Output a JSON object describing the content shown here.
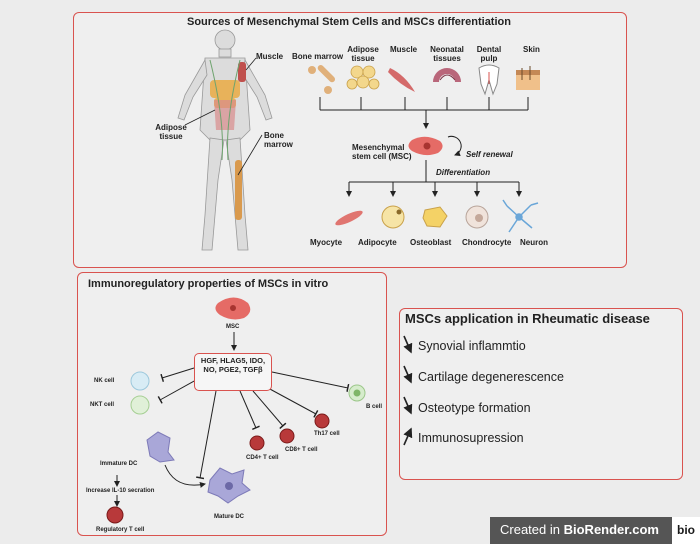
{
  "panel1": {
    "title": "Sources of Mesenchymal Stem Cells and MSCs differentiation",
    "body_labels": {
      "muscle": "Muscle",
      "adipose": "Adipose tissue",
      "bone_marrow": "Bone marrow"
    },
    "sources": [
      {
        "label": "Bone marrow"
      },
      {
        "label": "Adipose tissue"
      },
      {
        "label": "Muscle"
      },
      {
        "label": "Neonatal tissues"
      },
      {
        "label": "Dental pulp"
      },
      {
        "label": "Skin"
      }
    ],
    "msc_label": "Mesenchymal stem cell (MSC)",
    "self_renewal": "Self renewal",
    "differentiation": "Differentiation",
    "targets": [
      {
        "label": "Myocyte"
      },
      {
        "label": "Adipocyte"
      },
      {
        "label": "Osteoblast"
      },
      {
        "label": "Chondrocyte"
      },
      {
        "label": "Neuron"
      }
    ]
  },
  "panel2": {
    "title": "Immunoregulatory properties of MSCs in vitro",
    "msc": "MSC",
    "factors": "HGF, HLAG5, IDO, NO, PGE2, TGFβ",
    "cells": {
      "nk": "NK cell",
      "nkt": "NKT cell",
      "b": "B cell",
      "immature_dc": "Immature DC",
      "il10": "Increase IL-10 secration",
      "treg": "Regulatory T cell",
      "mature_dc": "Mature DC",
      "cd4": "CD4+ T cell",
      "cd8": "CD8+ T cell",
      "th17": "Th17 cell"
    }
  },
  "panel3": {
    "title": "MSCs application in Rheumatic disease",
    "items": [
      {
        "label": "Synovial inflammtio",
        "direction": "down"
      },
      {
        "label": "Cartilage degenerescence",
        "direction": "down"
      },
      {
        "label": "Osteotype formation",
        "direction": "down"
      },
      {
        "label": "Immunosupression",
        "direction": "up"
      }
    ]
  },
  "footer": {
    "prefix": "Created in",
    "brand": "BioRender.com",
    "logo": "bio"
  }
}
